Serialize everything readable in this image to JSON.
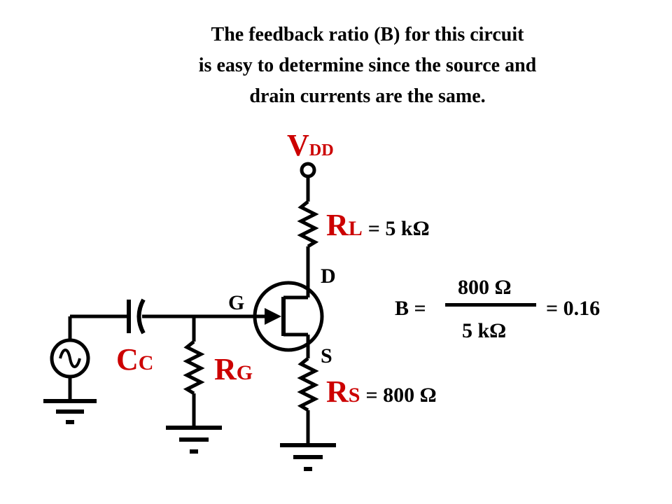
{
  "title_lines": [
    "The feedback ratio (B) for this circuit",
    "is easy to determine since the source and",
    "drain currents are the same."
  ],
  "vdd": {
    "main": "V",
    "sub": "DD"
  },
  "rl": {
    "main": "R",
    "sub": "L",
    "value": "= 5  kΩ"
  },
  "rs": {
    "main": "R",
    "sub": "S",
    "value": "= 800 Ω"
  },
  "rg": {
    "main": "R",
    "sub": "G"
  },
  "cc": {
    "main": "C",
    "sub": "C"
  },
  "terminals": {
    "drain": "D",
    "gate": "G",
    "source": "S"
  },
  "formula": {
    "lhs": "B =",
    "numerator": "800 Ω",
    "denominator": "5 kΩ",
    "result": "= 0.16"
  },
  "colors": {
    "label_red": "#cc0000",
    "wire": "#000000",
    "background": "#ffffff"
  }
}
